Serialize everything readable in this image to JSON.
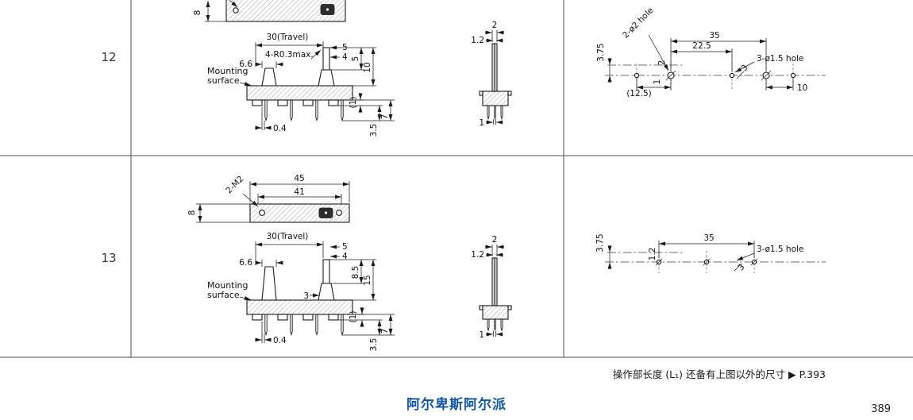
{
  "page": {
    "row12_label": "12",
    "row13_label": "13",
    "footer_note": "操作部长度 (L₁) 还备有上图以外的尺寸 ▶ P.393",
    "brand": "阿尔卑斯阿尔派",
    "page_number": "389"
  },
  "row12": {
    "side_view": {
      "dim_8": "8"
    },
    "front_view": {
      "travel": "30(Travel)",
      "radius_note": "4-R0.3max.",
      "dim_5_top": "5",
      "dim_4": "4",
      "dim_6_6": "6.6",
      "mounting_1": "Mounting",
      "mounting_2": "surface",
      "dim_5_side": "5",
      "dim_10": "10",
      "dim_1_paren": "(1)",
      "dim_3_5": "3.5",
      "dim_7": "7",
      "dim_0_4": "0.4"
    },
    "section_view": {
      "dim_2": "2",
      "dim_1_2": "1.2",
      "dim_1": "1"
    },
    "hole_view": {
      "label_2_holes": "2-ø2 hole",
      "dim_3_75": "3.75",
      "dim_35": "35",
      "dim_22_5": "22.5",
      "dim_2": "2",
      "dim_1": "1",
      "label_3_holes": "3-ø1.5 hole",
      "dim_3": "3",
      "dim_12_5": "(12.5)",
      "dim_10": "10"
    }
  },
  "row13": {
    "side_view": {
      "dim_45": "45",
      "dim_41": "41",
      "thread_note": "2-M2",
      "dim_8": "8"
    },
    "front_view": {
      "travel": "30(Travel)",
      "dim_5_top": "5",
      "dim_4": "4",
      "dim_6_6": "6.6",
      "mounting_1": "Mounting",
      "mounting_2": "surface",
      "dim_3": "3",
      "dim_8_5": "8.5",
      "dim_15": "15",
      "dim_1_paren": "(1)",
      "dim_3_5": "3.5",
      "dim_7": "7",
      "dim_0_4": "0.4"
    },
    "section_view": {
      "dim_2": "2",
      "dim_1_2": "1.2",
      "dim_1": "1"
    },
    "hole_view": {
      "dim_3_75": "3.75",
      "dim_35": "35",
      "dim_1_2": "1.2",
      "label_3_holes": "3-ø1.5 hole",
      "dim_3": "3"
    }
  }
}
